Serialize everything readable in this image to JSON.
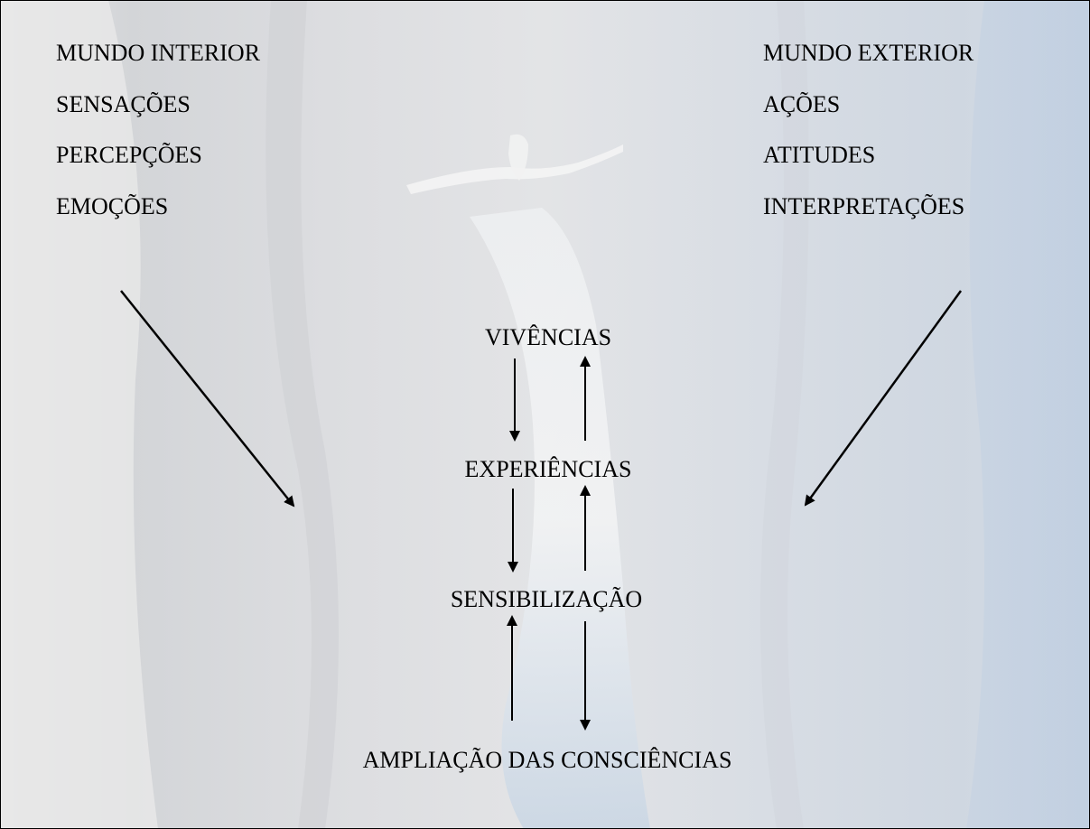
{
  "left_column": {
    "title": "MUNDO INTERIOR",
    "items": [
      "SENSAÇÕES",
      "PERCEPÇÕES",
      "EMOÇÕES"
    ]
  },
  "right_column": {
    "title": "MUNDO EXTERIOR",
    "items": [
      "AÇÕES",
      "ATITUDES",
      "INTERPRETAÇÕES"
    ]
  },
  "flow": {
    "stage_1": "VIVÊNCIAS",
    "stage_2": "EXPERIÊNCIAS",
    "stage_3": "SENSIBILIZAÇÃO",
    "stage_4": "AMPLIAÇÃO DAS CONSCIÊNCIAS"
  },
  "colors": {
    "text": "#000000",
    "arrow": "#000000",
    "frame": "#000000"
  }
}
